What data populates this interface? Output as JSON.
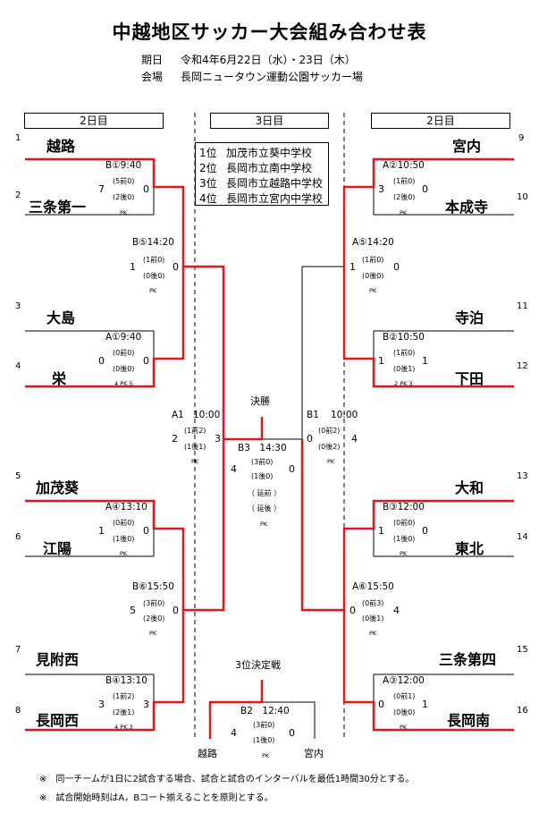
{
  "title": "中越地区サッカー大会組み合わせ表",
  "info": {
    "date_label": "期日",
    "date_value": "令和4年6月22日（水）・23日（木）",
    "venue_label": "会場",
    "venue_value": "長岡ニュータウン運動公園サッカー場"
  },
  "headers": {
    "left": "2日目",
    "center": "3日目",
    "right": "2日目"
  },
  "ranking": [
    {
      "rank": "1位",
      "school": "加茂市立葵中学校"
    },
    {
      "rank": "2位",
      "school": "長岡市立南中学校"
    },
    {
      "rank": "3位",
      "school": "長岡市立越路中学校"
    },
    {
      "rank": "4位",
      "school": "長岡市立宮内中学校"
    }
  ],
  "teams": [
    {
      "num": "1",
      "name": "越路"
    },
    {
      "num": "2",
      "name": "三条第一"
    },
    {
      "num": "3",
      "name": "大島"
    },
    {
      "num": "4",
      "name": "栄"
    },
    {
      "num": "5",
      "name": "加茂葵"
    },
    {
      "num": "6",
      "name": "江陽"
    },
    {
      "num": "7",
      "name": "見附西"
    },
    {
      "num": "8",
      "name": "長岡西"
    },
    {
      "num": "9",
      "name": "宮内"
    },
    {
      "num": "10",
      "name": "本成寺"
    },
    {
      "num": "11",
      "name": "寺泊"
    },
    {
      "num": "12",
      "name": "下田"
    },
    {
      "num": "13",
      "name": "大和"
    },
    {
      "num": "14",
      "name": "東北"
    },
    {
      "num": "15",
      "name": "三条第四"
    },
    {
      "num": "16",
      "name": "長岡南"
    }
  ],
  "matches": {
    "m1": {
      "label": "B①9:40",
      "s1": "7",
      "s2": "0",
      "h1": "(5前0)",
      "h2": "(2後0)",
      "pk": "PK"
    },
    "m2": {
      "label": "A①9:40",
      "s1": "0",
      "s2": "0",
      "h1": "(0前0)",
      "h2": "(0後0)",
      "pk": "4 PK 5"
    },
    "m3": {
      "label": "A④13:10",
      "s1": "1",
      "s2": "0",
      "h1": "(0前0)",
      "h2": "(1後0)",
      "pk": "PK"
    },
    "m4": {
      "label": "B④13:10",
      "s1": "3",
      "s2": "3",
      "h1": "(1前2)",
      "h2": "(2後1)",
      "pk": "4 PK 3"
    },
    "m5": {
      "label": "A②10:50",
      "s1": "3",
      "s2": "0",
      "h1": "(1前0)",
      "h2": "(2後0)",
      "pk": "PK"
    },
    "m6": {
      "label": "B②10:50",
      "s1": "1",
      "s2": "1",
      "h1": "(1前0)",
      "h2": "(0後1)",
      "pk": "2 PK 3"
    },
    "m7": {
      "label": "B③12:00",
      "s1": "1",
      "s2": "0",
      "h1": "(0前0)",
      "h2": "(1後0)",
      "pk": "PK"
    },
    "m8": {
      "label": "A③12:00",
      "s1": "0",
      "s2": "1",
      "h1": "(0前1)",
      "h2": "(0後0)",
      "pk": "PK"
    },
    "qf_l1": {
      "label": "B⑤14:20",
      "s1": "1",
      "s2": "0",
      "h1": "(1前0)",
      "h2": "(0後0)",
      "pk": "PK"
    },
    "qf_l2": {
      "label": "B⑥15:50",
      "s1": "5",
      "s2": "0",
      "h1": "(3前0)",
      "h2": "(2後0)",
      "pk": "PK"
    },
    "qf_r1": {
      "label": "A⑤14:20",
      "s1": "1",
      "s2": "0",
      "h1": "(1前0)",
      "h2": "(0後0)",
      "pk": "PK"
    },
    "qf_r2": {
      "label": "A⑥15:50",
      "s1": "0",
      "s2": "4",
      "h1": "(0前3)",
      "h2": "(0後1)",
      "pk": "PK"
    },
    "sf_l": {
      "label1": "A1",
      "label2": "10:00",
      "s1": "2",
      "s2": "3",
      "h1": "(1前2)",
      "h2": "(1後1)",
      "pk": "PK"
    },
    "sf_r": {
      "label1": "B1",
      "label2": "10:00",
      "s1": "0",
      "s2": "4",
      "h1": "(0前2)",
      "h2": "(0後2)",
      "pk": "PK"
    },
    "final": {
      "title": "決勝",
      "label": "B3　14:30",
      "s1": "4",
      "s2": "0",
      "h1": "(3前0)",
      "h2": "(1後0)",
      "et1": "（ 延前 ）",
      "et2": "（ 延後 ）",
      "pk": "PK"
    },
    "third": {
      "title": "3位決定戦",
      "label": "B2　12:40",
      "s1": "4",
      "s2": "0",
      "h1": "(3前0)",
      "h2": "(1後0)",
      "pk": "PK",
      "team_left": "越路",
      "team_right": "宮内"
    }
  },
  "notes": [
    "※　同一チームが1日に2試合する場合、試合と試合のインターバルを最低1時間30分とする。",
    "※　試合開始時刻はA，Bコート揃えることを原則とする。"
  ],
  "colors": {
    "winner_line": "#e8141b",
    "line": "#000000"
  }
}
